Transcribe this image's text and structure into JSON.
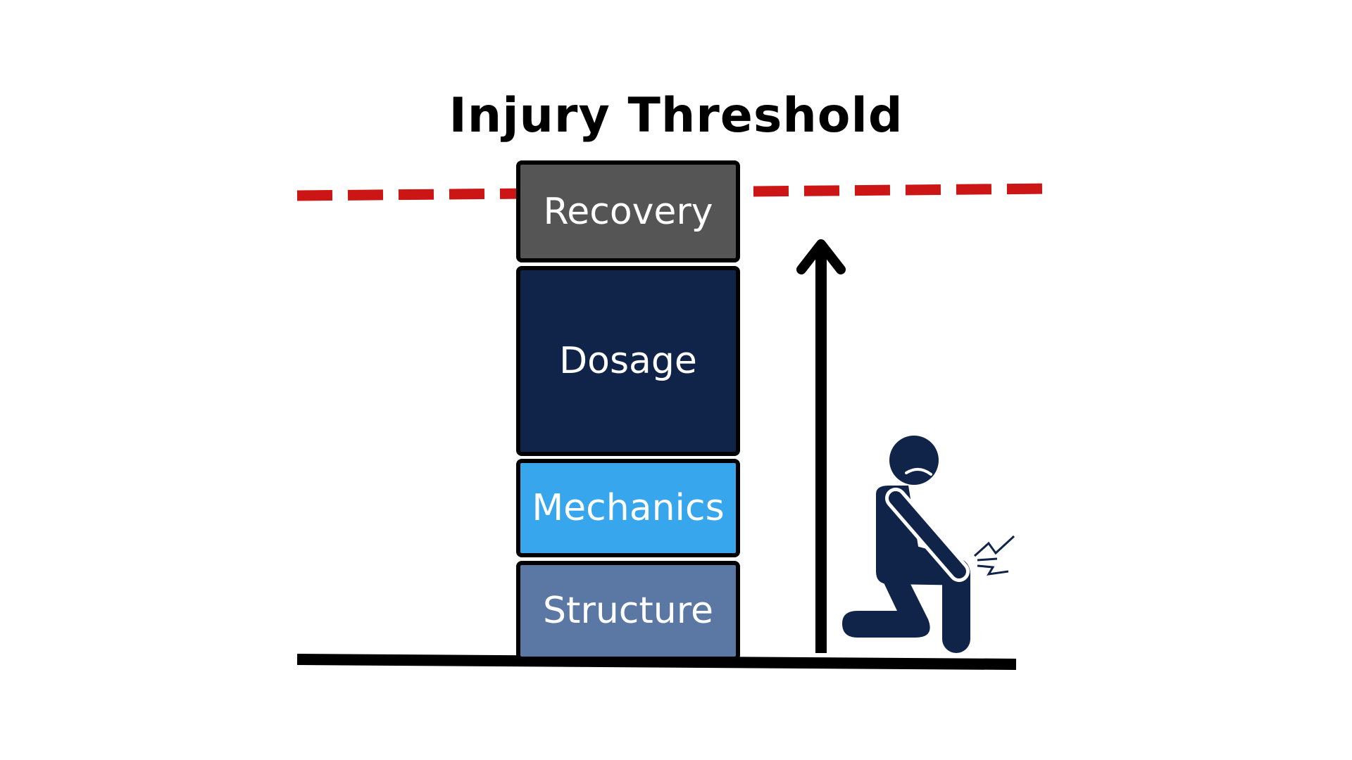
{
  "title": "Injury Threshold",
  "stack": {
    "blocks": [
      {
        "label": "Recovery",
        "color": "#555555"
      },
      {
        "label": "Dosage",
        "color": "#10244a"
      },
      {
        "label": "Mechanics",
        "color": "#38a6ec"
      },
      {
        "label": "Structure",
        "color": "#5b77a4"
      }
    ]
  },
  "colors": {
    "threshold_line": "#cc1616",
    "ground_line": "#000000",
    "arrow": "#000000",
    "figure": "#10244a"
  },
  "icons": {
    "arrow": "up-arrow-icon",
    "figure": "kneeling-person-knee-pain-icon"
  }
}
